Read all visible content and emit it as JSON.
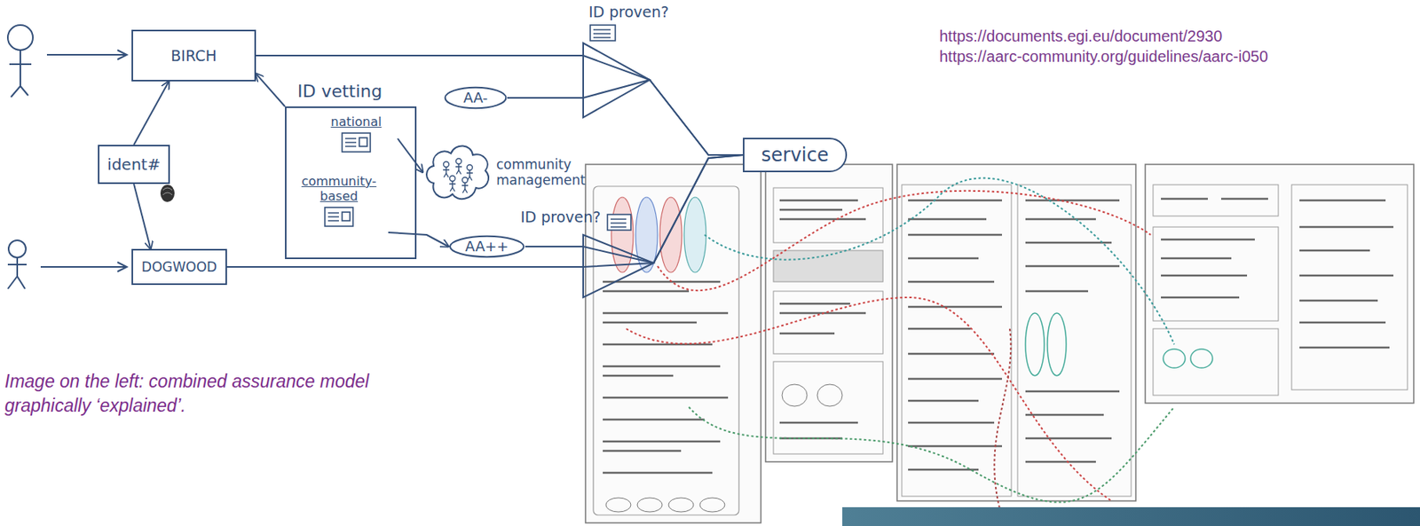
{
  "diagram": {
    "caption": "Image on the left: combined assurance model graphically ‘explained’.",
    "nodes": [
      {
        "text": [
          "BIRCH"
        ]
      },
      {
        "text": [
          "ident#"
        ]
      },
      {
        "text": [
          "ID vetting"
        ]
      },
      {
        "text": [
          "national"
        ],
        "in": 2
      },
      {
        "text": [
          "community-based"
        ],
        "in": 2
      },
      {
        "text": [
          "community management"
        ]
      },
      {
        "text": [
          "AA-"
        ]
      },
      {
        "text": [
          "AA++"
        ]
      },
      {
        "text": [
          "DOGWOOD"
        ]
      },
      {
        "text": [
          "service"
        ]
      }
    ],
    "edges": [
      {
        "from": 1,
        "to": 0,
        "arrow": "to"
      },
      {
        "from": 1,
        "to": 8,
        "arrow": "to"
      },
      {
        "from": 2,
        "to": 0,
        "arrow": "to"
      },
      {
        "from": 3,
        "to": 5,
        "arrow": "to"
      },
      {
        "from": 4,
        "to": 7,
        "arrow": "to"
      },
      {
        "from": 0,
        "to": 9,
        "arrow": "none"
      },
      {
        "from": 6,
        "to": 9,
        "arrow": "none"
      },
      {
        "from": 7,
        "to": 9,
        "arrow": "none"
      },
      {
        "from": 8,
        "to": 9,
        "arrow": "none"
      }
    ],
    "labels": [
      "ID proven?",
      "ID proven?",
      "https://documents.egi.eu/document/2930",
      "https://aarc-community.org/guidelines/aarc-i050"
    ]
  }
}
